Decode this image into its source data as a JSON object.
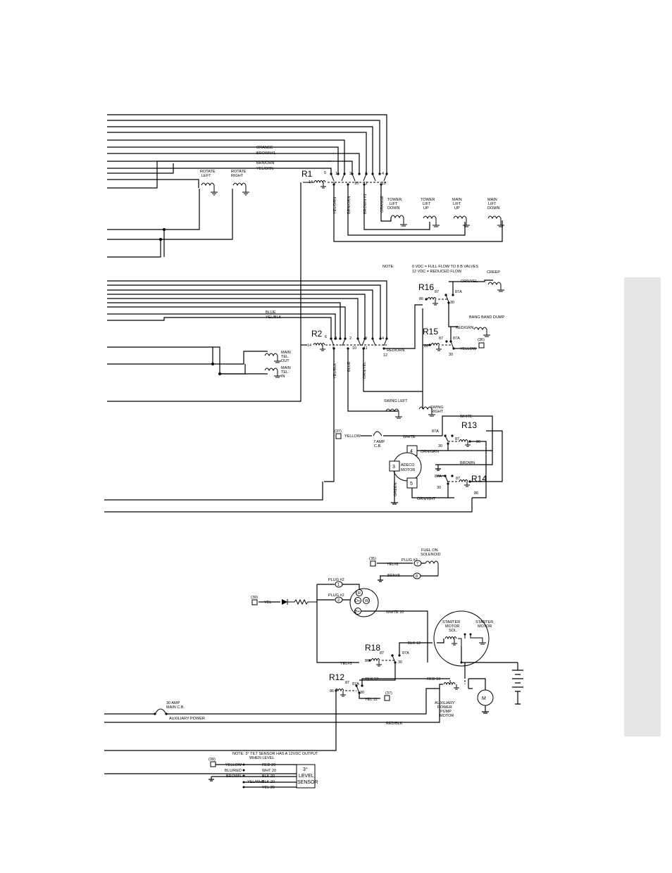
{
  "relays": {
    "r1": "R1",
    "r2": "R2",
    "r16": "R16",
    "r15": "R15",
    "r13": "R13",
    "r14": "R14",
    "r18": "R18",
    "r12": "R12"
  },
  "pins": {
    "p14": "14",
    "p5": "5",
    "p1": "1",
    "p9": "9",
    "p2": "2",
    "p10": "10",
    "p3": "3",
    "p11": "11",
    "p4": "4",
    "p12": "12",
    "p6": "6",
    "p86": "86",
    "p87": "87",
    "p87a": "87A",
    "p30": "30"
  },
  "wires": {
    "orange": "ORANGE",
    "brown1": "BROWN#1",
    "brn_orn": "BRN/ORN",
    "yel_orn": "YEL/ORN",
    "yel_orn_v": "YEL/ORN",
    "brn_orn_v": "BRN/ORN",
    "brown1_v": "BROWN #1",
    "orange_v": "ORANGE",
    "blue": "BLUE",
    "yel_blk": "YEL/BLK",
    "red_orn": "RED/ORN",
    "yel_blk_v": "YEL/BLK",
    "blue_v": "BLUE",
    "orn_yel_v": "ORN/YEL",
    "orn_yel": "ORN/YEL",
    "red_grn": "RED/GRN",
    "yellow": "YELLOW",
    "white": "WHITE",
    "orn_grn": "ORN/GRN",
    "brown": "BROWN",
    "green": "GREEN",
    "orn_wht": "ORN/WHT",
    "yel8": "YEL#8",
    "brn8": "BRN#8",
    "yel": "YEL",
    "white10": "WHITE 10",
    "yel3": "YEL#3",
    "blk12": "BLK 12",
    "red10": "RED 10",
    "yel12": "YEL 12",
    "red_blk": "RED/BLK",
    "blu_red": "BLU/RED",
    "yel_wht": "YEL/WHT",
    "red20": "RED 20",
    "wht20": "WHT 20",
    "blk20": "BLK 20",
    "yel20": "YEL 20"
  },
  "components": {
    "rotate_left": [
      "ROTATE",
      "LEFT"
    ],
    "rotate_right": [
      "ROTATE",
      "RIGHT"
    ],
    "tower_lift_down": [
      "TOWER",
      "LIFT",
      "DOWN"
    ],
    "tower_lift_up": [
      "TOWER",
      "LIFT",
      "UP"
    ],
    "main_lift_up": [
      "MAIN",
      "LIFT",
      "UP"
    ],
    "main_lift_down": [
      "MAIN",
      "LIFT",
      "DOWN"
    ],
    "main_tel_out": [
      "MAIN",
      "TEL.",
      "OUT"
    ],
    "main_tel_in": [
      "MAIN",
      "TEL.",
      "IN"
    ],
    "creep": "CREEP",
    "bang_band_dump": "BANG BAND DUMP",
    "swing_left": "SWING LEFT",
    "swing_right": [
      "SWING",
      "RIGHT"
    ],
    "adeco_motor": [
      "ADECO",
      "MOTOR"
    ],
    "adeco_pins": [
      "4",
      "3",
      "5"
    ],
    "cb_7amp": [
      "7 AMP",
      "C.B."
    ],
    "fuel_on_solenoid": [
      "FUEL ON",
      "SOLENOID"
    ],
    "plug2": "PLUG #2",
    "alt_terms": [
      "B+",
      "W",
      "R",
      "D+"
    ],
    "plug_pins": [
      "7",
      "8",
      "1",
      "2"
    ],
    "starter_motor_sol": [
      "STARTER",
      "MOTOR",
      "SOL."
    ],
    "starter_motor": [
      "STARTER",
      "MOTOR"
    ],
    "aux_power_pump_motor": [
      "AUXILIARY",
      "POWER",
      "PUMP",
      "MOTOR"
    ],
    "motor_m": "M",
    "main_cb_30amp": [
      "30 AMP",
      "MAIN C.B."
    ],
    "auxiliary_power": "AUXILIARY POWER",
    "level_sensor": [
      "3°",
      "LEVEL",
      "SENSOR"
    ]
  },
  "refs": {
    "r36": "(36)",
    "r37a": "(37)",
    "r37b": "(37)",
    "r35": "(35)",
    "r39a": "(39)",
    "r39b": "(39)"
  },
  "notes": {
    "valves_label": "NOTE:",
    "valves_1": "0 VDC = FULL FLOW TO 8 B VALVES",
    "valves_2": "12 VDC = REDUCED FLOW",
    "tilt_1": "NOTE:  3° TILT SENSOR HAS A 12VDC OUTPUT",
    "tilt_2": "WHEN LEVEL"
  }
}
